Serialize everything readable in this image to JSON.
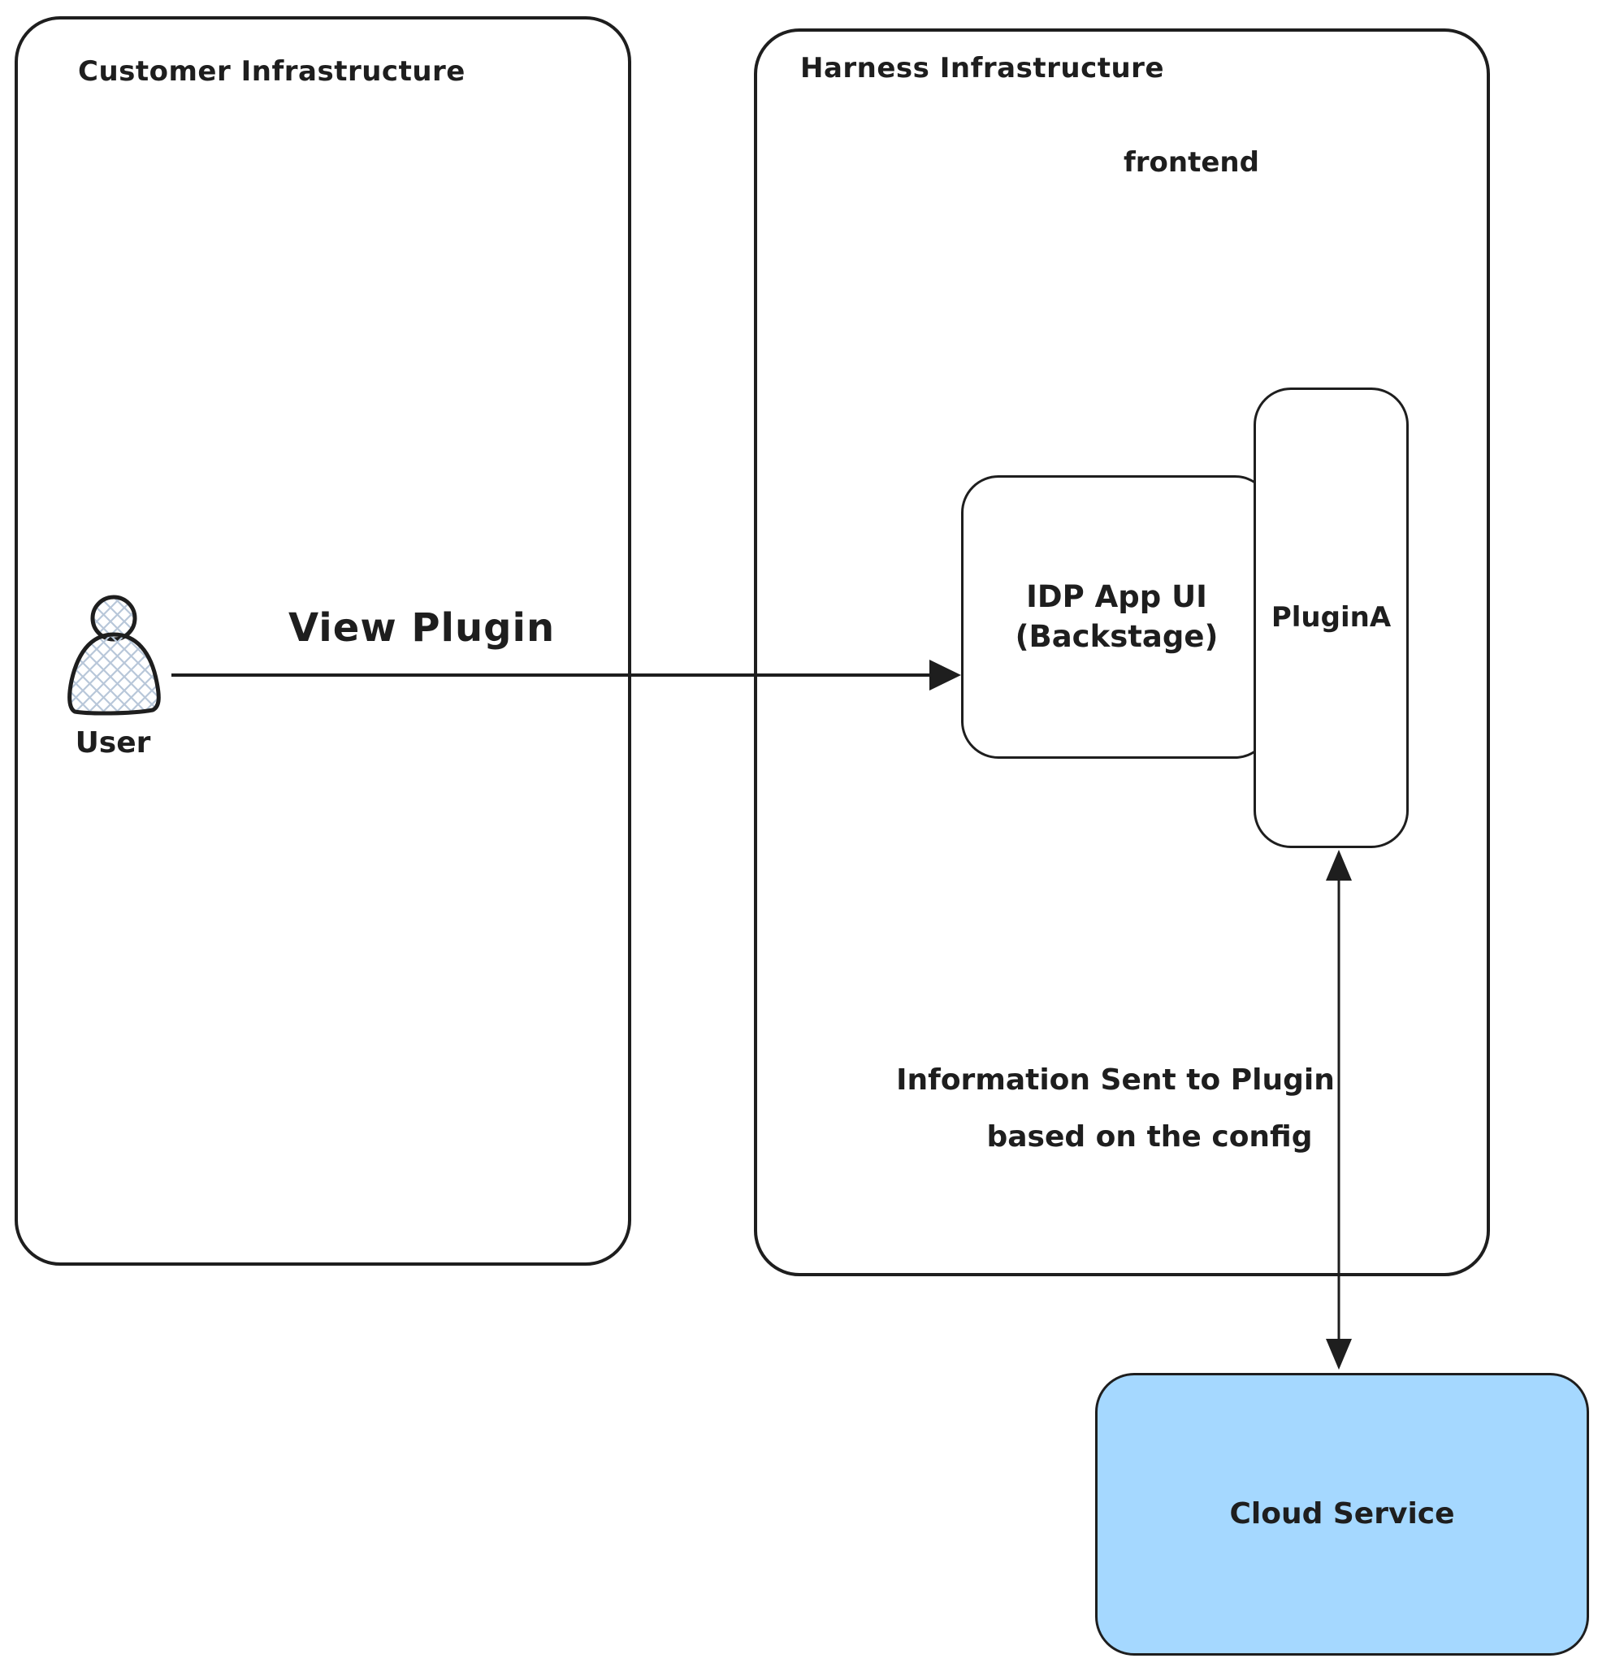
{
  "colors": {
    "stroke": "#1e1e1e",
    "canvas_background": "#ffffff",
    "cloud_service_fill": "#a5d8ff",
    "user_hatch": "#b8c7d9"
  },
  "customer_box": {
    "title": "Customer Infrastructure"
  },
  "harness_box": {
    "title": "Harness Infrastructure",
    "frontend_label": "frontend"
  },
  "user": {
    "label": "User"
  },
  "view_plugin_arrow": {
    "label": "View Plugin"
  },
  "idp_node": {
    "line1": "IDP App UI",
    "line2": "(Backstage)"
  },
  "plugin_node": {
    "label": "PluginA"
  },
  "info_arrow": {
    "line1": "Information Sent to Plugin",
    "line2": "based on the config"
  },
  "cloud_node": {
    "label": "Cloud Service"
  }
}
